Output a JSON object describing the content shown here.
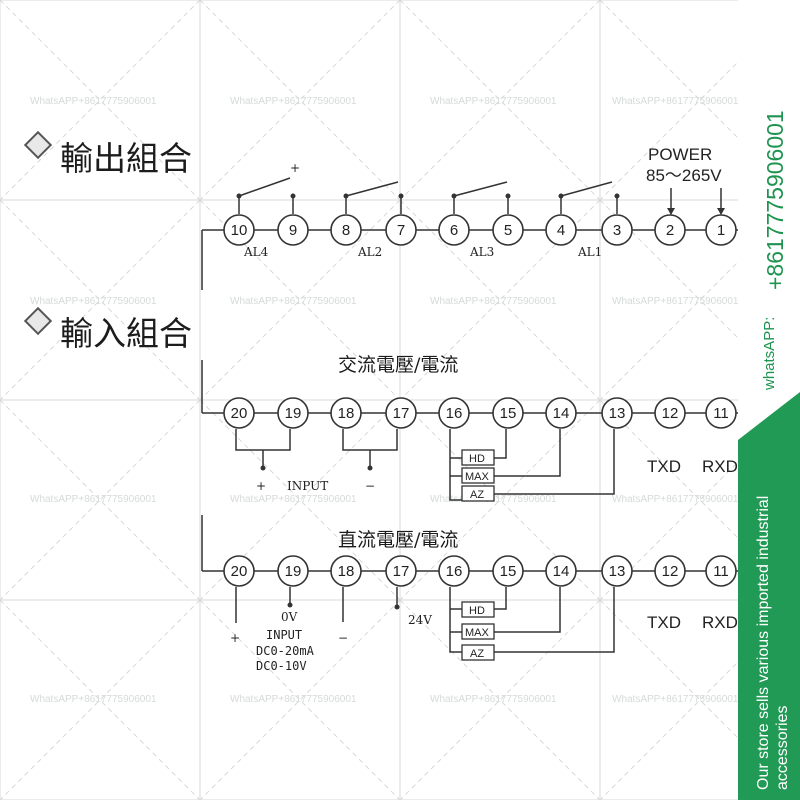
{
  "watermark": "WhatsAPP+8617775906001",
  "sections": {
    "output_title": "輸出組合",
    "input_title": "輸入組合",
    "ac_title": "交流電壓/電流",
    "dc_title": "直流電壓/電流"
  },
  "power": {
    "label": "POWER",
    "range": "85～265V"
  },
  "output_row": {
    "terminals": [
      "10",
      "9",
      "8",
      "7",
      "6",
      "5",
      "4",
      "3",
      "2",
      "1"
    ],
    "alarms": [
      "AL4",
      "AL2",
      "AL3",
      "AL1"
    ],
    "plus": "+"
  },
  "ac_row": {
    "terminals": [
      "20",
      "19",
      "18",
      "17",
      "16",
      "15",
      "14",
      "13",
      "12",
      "11"
    ],
    "input_label": "INPUT",
    "plus": "+",
    "minus": "−",
    "boxes": [
      "HD",
      "MAX",
      "AZ"
    ],
    "txd": "TXD",
    "rxd": "RXD"
  },
  "dc_row": {
    "terminals": [
      "20",
      "19",
      "18",
      "17",
      "16",
      "15",
      "14",
      "13",
      "12",
      "11"
    ],
    "zero_v": "0V",
    "input_label": "INPUT",
    "range_ma": "DC0-20mA",
    "range_v": "DC0-10V",
    "v24": "24V",
    "plus": "+",
    "minus": "−",
    "boxes": [
      "HD",
      "MAX",
      "AZ"
    ],
    "txd": "TXD",
    "rxd": "RXD"
  },
  "banner": {
    "whatsapp_label": "whatsAPP:",
    "phone": "+8617775906001",
    "shop_line1": "Our store sells various imported industrial",
    "shop_line2": "accessories"
  },
  "colors": {
    "banner_green": "#209a55",
    "line": "#333333"
  }
}
